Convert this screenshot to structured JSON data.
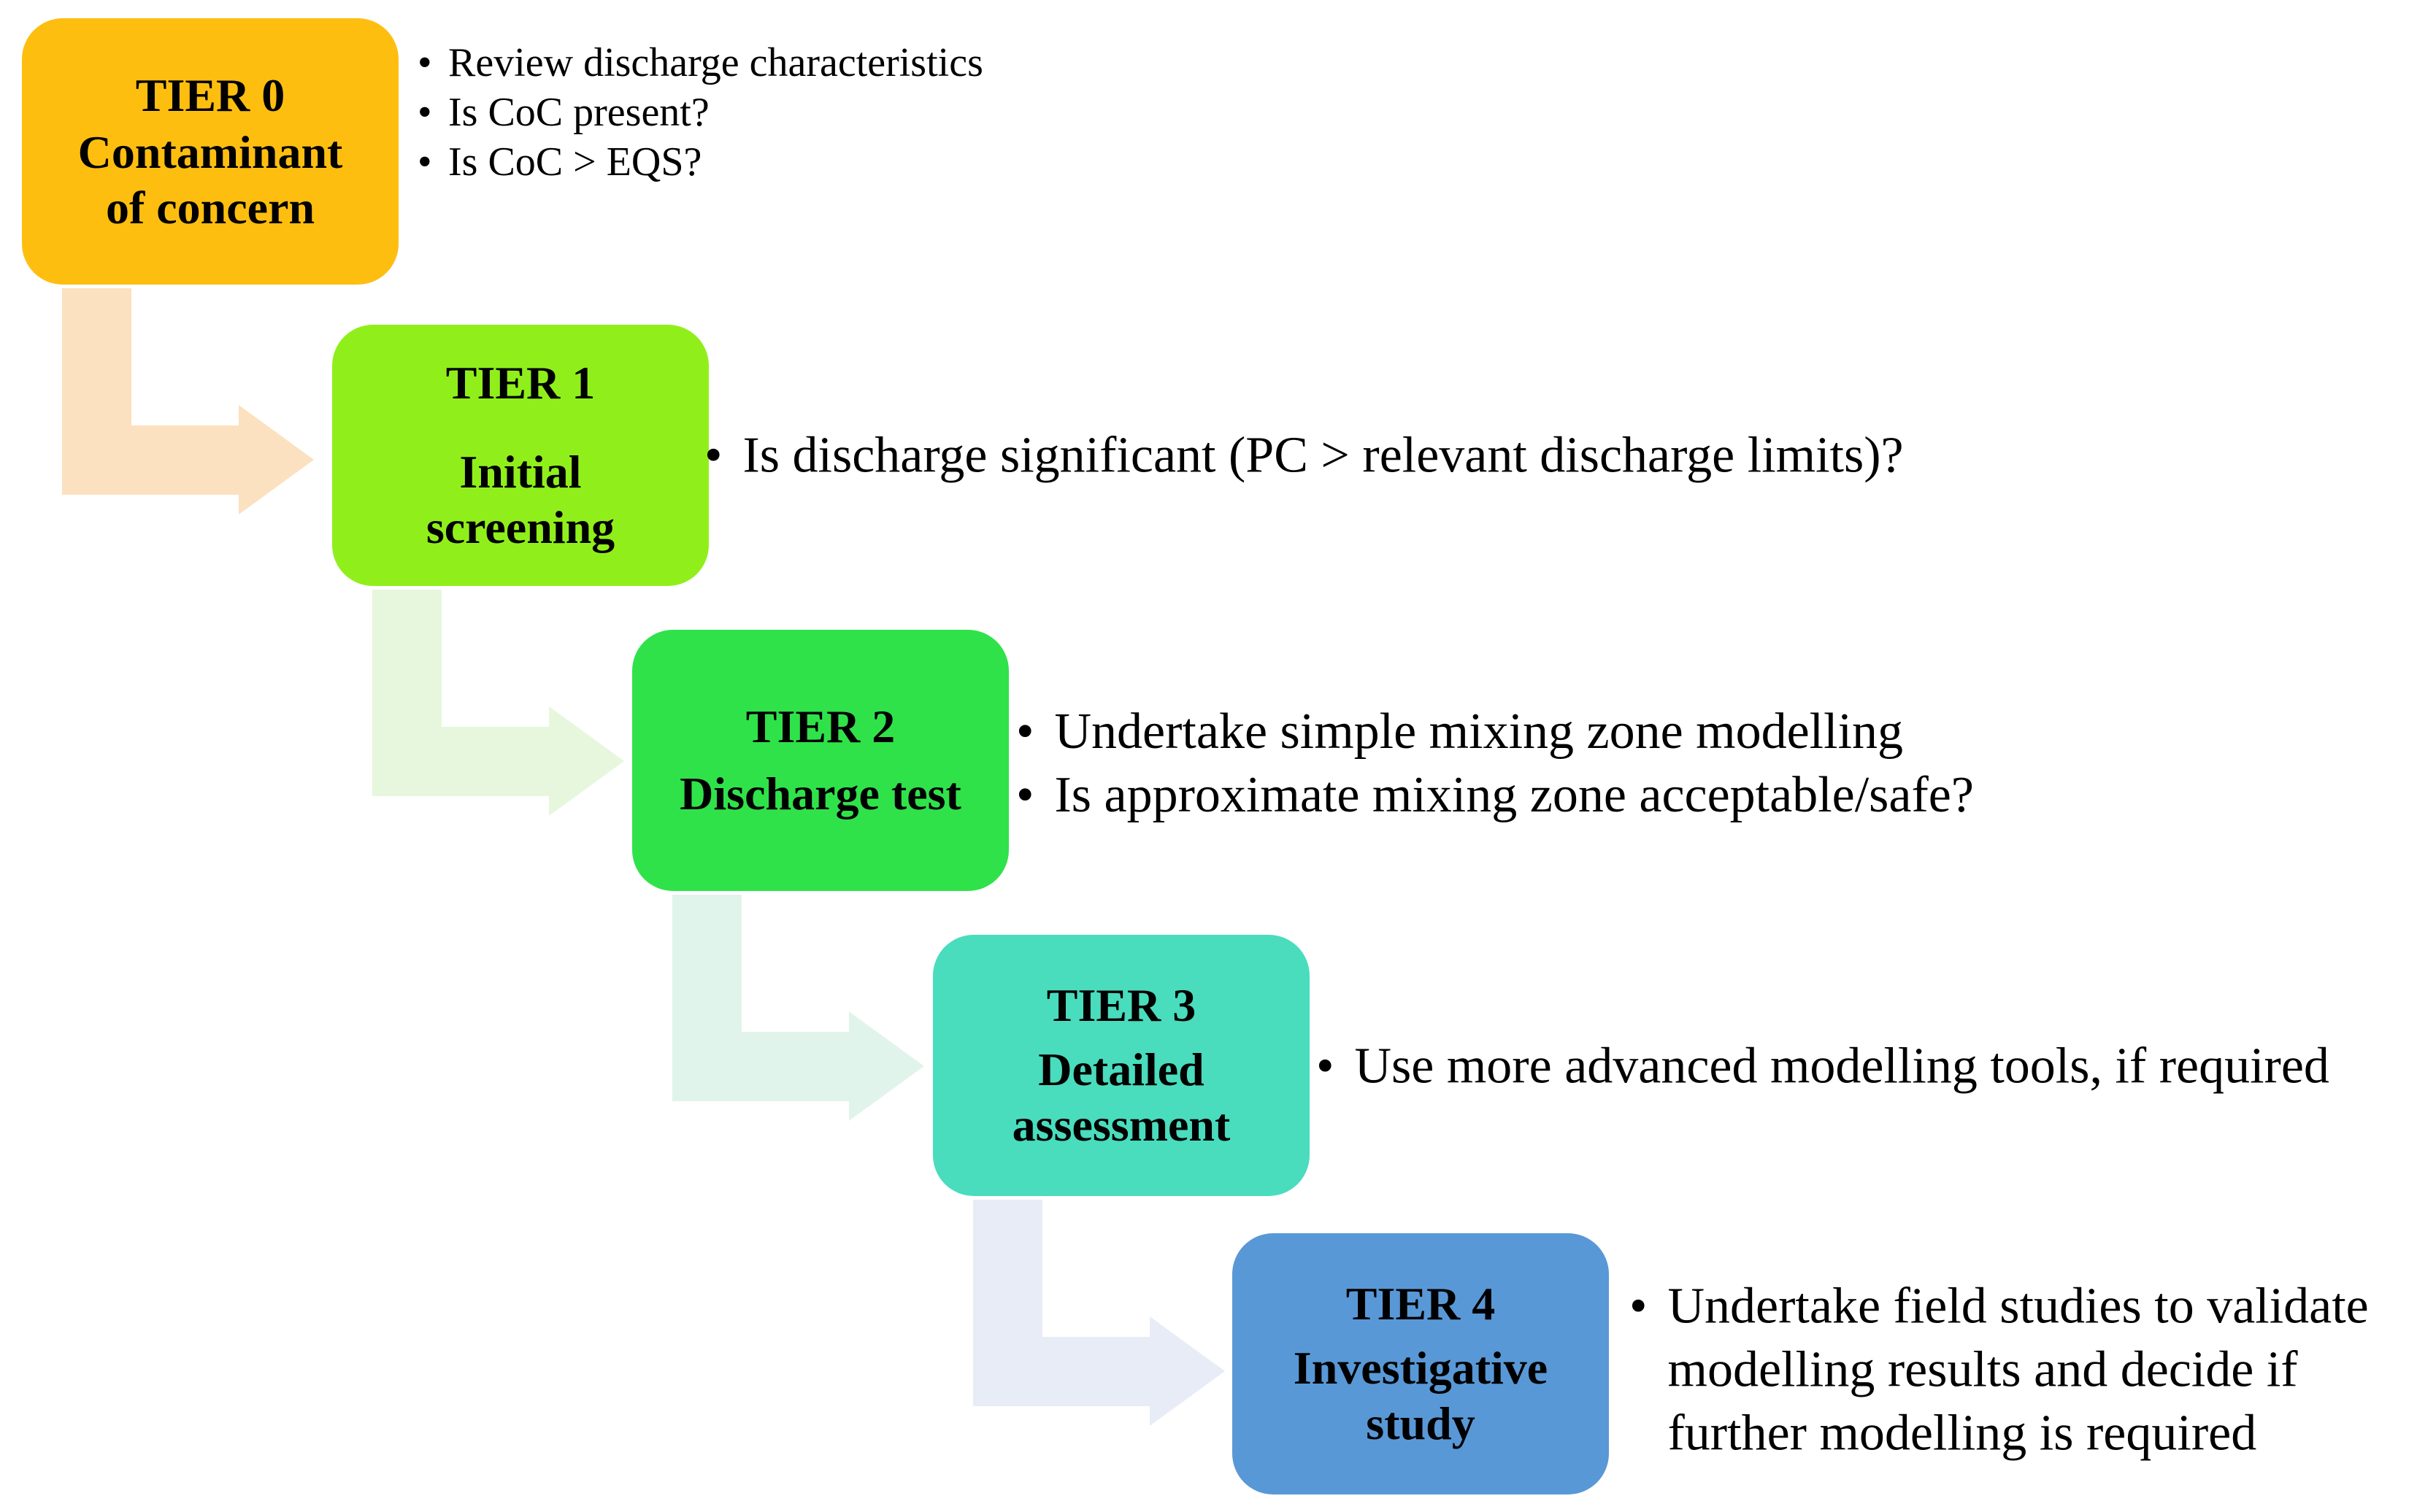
{
  "figure": {
    "type": "tiered-assessment-flowchart",
    "bullet_glyph": "•",
    "background_color": "#FFFFFF",
    "text_color": "#000000"
  },
  "tiers": [
    {
      "title": "TIER 0",
      "subtitle": "Contaminant of concern",
      "colors": {
        "box": "#FEBE10",
        "arrow": "#FBE1C0"
      },
      "bullets": [
        {
          "lines": [
            "Review discharge characteristics"
          ]
        },
        {
          "lines": [
            "Is CoC present?"
          ]
        },
        {
          "lines": [
            "Is CoC > EQS?"
          ]
        }
      ]
    },
    {
      "title": "TIER 1",
      "subtitle": "Initial screening",
      "colors": {
        "box": "#90EF1B",
        "arrow": "#E6F7DD"
      },
      "bullets": [
        {
          "lines": [
            "Is discharge significant (PC > relevant discharge limits)?"
          ]
        }
      ]
    },
    {
      "title": "TIER 2",
      "subtitle": "Discharge test",
      "colors": {
        "box": "#30E24A",
        "arrow": "#E1F4EB"
      },
      "bullets": [
        {
          "lines": [
            "Undertake simple mixing zone modelling"
          ]
        },
        {
          "lines": [
            "Is approximate mixing zone acceptable/safe?"
          ]
        }
      ]
    },
    {
      "title": "TIER 3",
      "subtitle": "Detailed assessment",
      "colors": {
        "box": "#49DCBD",
        "arrow": "#E8ECF6"
      },
      "bullets": [
        {
          "lines": [
            "Use more advanced modelling tools, if required"
          ]
        }
      ]
    },
    {
      "title": "TIER 4",
      "subtitle": "Investigative study",
      "colors": {
        "box": "#5998D6",
        "arrow": null
      },
      "bullets": [
        {
          "lines": [
            "Undertake field studies to validate",
            "modelling results and decide if",
            "further modelling is required"
          ]
        }
      ]
    }
  ]
}
